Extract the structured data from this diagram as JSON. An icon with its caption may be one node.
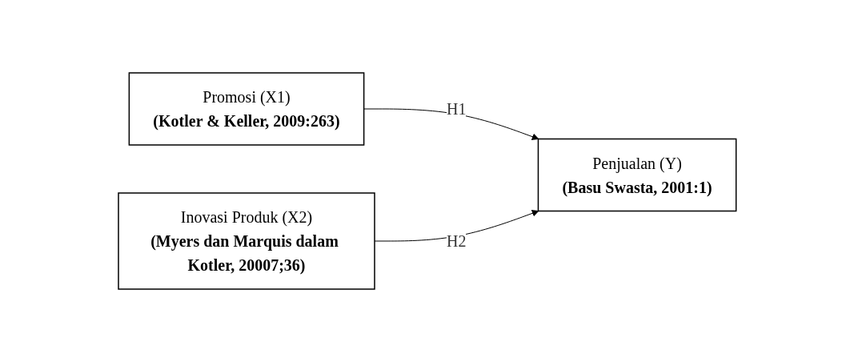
{
  "diagram": {
    "nodes": [
      {
        "text": [
          "Promosi (X1)",
          "(Kotler & Keller, 2009:263)"
        ]
      },
      {
        "text": [
          "Inovasi Produk (X2)",
          "(Myers dan Marquis dalam Kotler, 20007;36)"
        ]
      },
      {
        "text": [
          "Penjualan (Y)",
          "(Basu Swasta, 2001:1)"
        ]
      }
    ],
    "edges": [
      {
        "from": 0,
        "to": 2,
        "arrow": "to",
        "label": "H1"
      },
      {
        "from": 1,
        "to": 2,
        "arrow": "to",
        "label": "H2"
      }
    ]
  }
}
